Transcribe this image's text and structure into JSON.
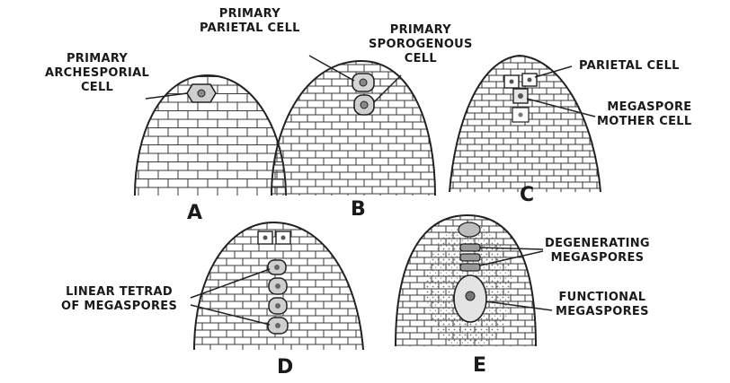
{
  "panels": {
    "A": {
      "letter": "A",
      "labels": {
        "archesporial": [
          "PRIMARY",
          "ARCHESPORIAL",
          "CELL"
        ]
      }
    },
    "B": {
      "letter": "B",
      "labels": {
        "parietal": [
          "PRIMARY",
          "PARIETAL CELL"
        ],
        "sporogenous": [
          "PRIMARY",
          "SPOROGENOUS",
          "CELL"
        ]
      }
    },
    "C": {
      "letter": "C",
      "labels": {
        "parietal": [
          "PARIETAL CELL"
        ],
        "mother": [
          "MEGASPORE",
          "MOTHER CELL"
        ]
      }
    },
    "D": {
      "letter": "D",
      "labels": {
        "tetrad": [
          "LINEAR TETRAD",
          "OF MEGASPORES"
        ]
      }
    },
    "E": {
      "letter": "E",
      "labels": {
        "degenerating": [
          "DEGENERATING",
          "MEGASPORES"
        ],
        "functional": [
          "FUNCTIONAL",
          "MEGASPORES"
        ]
      }
    }
  }
}
